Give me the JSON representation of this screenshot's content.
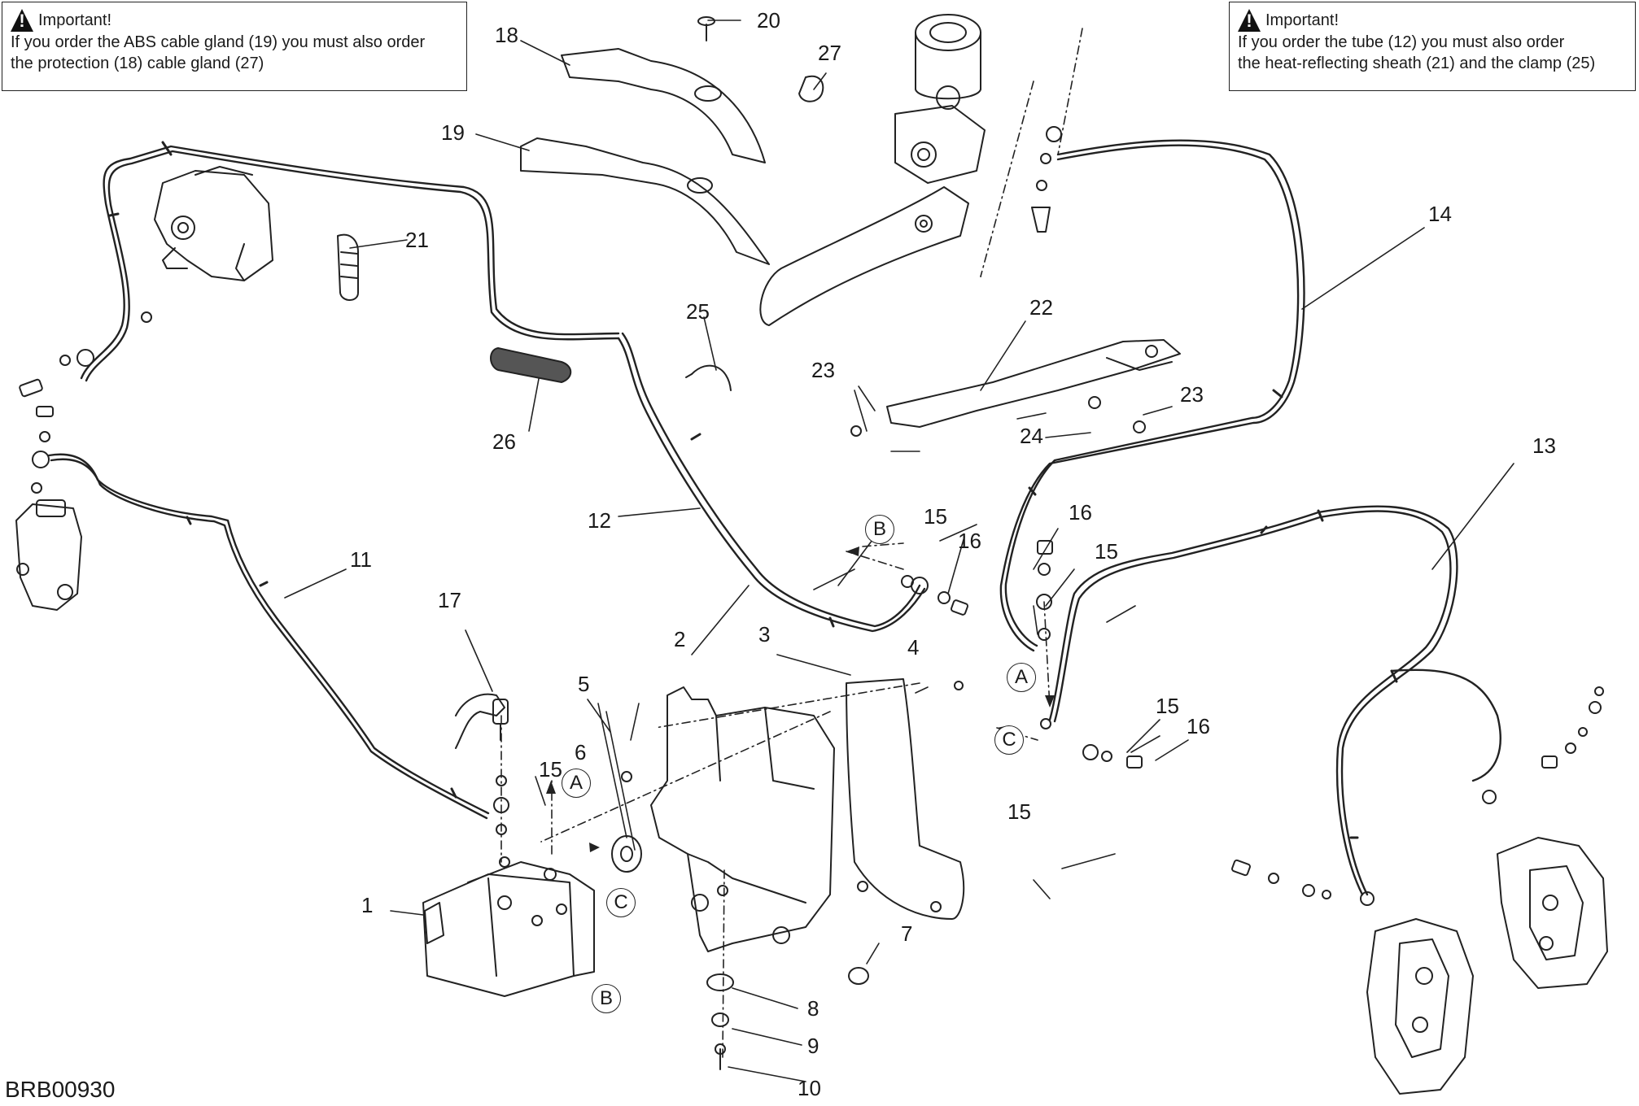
{
  "notices": {
    "left": {
      "title": "Important!",
      "line1": "If you order the ABS cable gland (19) you must also order",
      "line2": "the protection (18) cable gland (27)"
    },
    "right": {
      "title": "Important!",
      "line1": "If you order the tube (12) you must also order",
      "line2": "the heat-reflecting sheath (21) and the clamp (25)"
    }
  },
  "callouts": {
    "c1": "1",
    "c2": "2",
    "c3": "3",
    "c4": "4",
    "c5": "5",
    "c6": "6",
    "c7": "7",
    "c8": "8",
    "c9": "9",
    "c10": "10",
    "c11": "11",
    "c12": "12",
    "c13": "13",
    "c14": "14",
    "c15a": "15",
    "c15b": "15",
    "c15c": "15",
    "c15d": "15",
    "c15e": "15",
    "c16a": "16",
    "c16b": "16",
    "c16c": "16",
    "c17": "17",
    "c18": "18",
    "c19": "19",
    "c20": "20",
    "c21": "21",
    "c22": "22",
    "c23a": "23",
    "c23b": "23",
    "c24": "24",
    "c25": "25",
    "c26": "26",
    "c27": "27"
  },
  "markers": {
    "a_left": "A",
    "c_left": "C",
    "b_left": "B",
    "b_mid": "B",
    "a_right": "A",
    "c_right": "C"
  },
  "drawing_code": "BRB00930",
  "colors": {
    "line": "#222222",
    "paper": "#ffffff"
  }
}
